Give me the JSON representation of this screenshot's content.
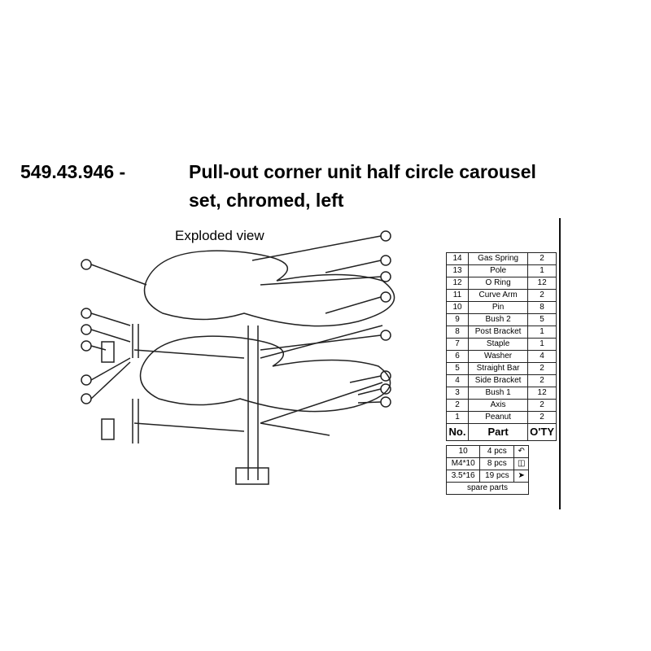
{
  "title": {
    "code": "549.43.946 -",
    "line1": "Pull-out corner unit half circle carousel",
    "line2": "set, chromed, left"
  },
  "diagram_label": "Exploded view",
  "parts_table": {
    "headers": [
      "No.",
      "Part",
      "O'TY"
    ],
    "rows": [
      [
        "14",
        "Gas Spring",
        "2"
      ],
      [
        "13",
        "Pole",
        "1"
      ],
      [
        "12",
        "O Ring",
        "12"
      ],
      [
        "11",
        "Curve Arm",
        "2"
      ],
      [
        "10",
        "Pin",
        "8"
      ],
      [
        "9",
        "Bush 2",
        "5"
      ],
      [
        "8",
        "Post Bracket",
        "1"
      ],
      [
        "7",
        "Staple",
        "1"
      ],
      [
        "6",
        "Washer",
        "4"
      ],
      [
        "5",
        "Straight Bar",
        "2"
      ],
      [
        "4",
        "Side Bracket",
        "2"
      ],
      [
        "3",
        "Bush 1",
        "12"
      ],
      [
        "2",
        "Axis",
        "2"
      ],
      [
        "1",
        "Peanut",
        "2"
      ]
    ]
  },
  "spare_parts": {
    "rows": [
      [
        "10",
        "4 pcs"
      ],
      [
        "M4*10",
        "8 pcs"
      ],
      [
        "3.5*16",
        "19 pcs"
      ]
    ],
    "footer": "spare parts"
  }
}
